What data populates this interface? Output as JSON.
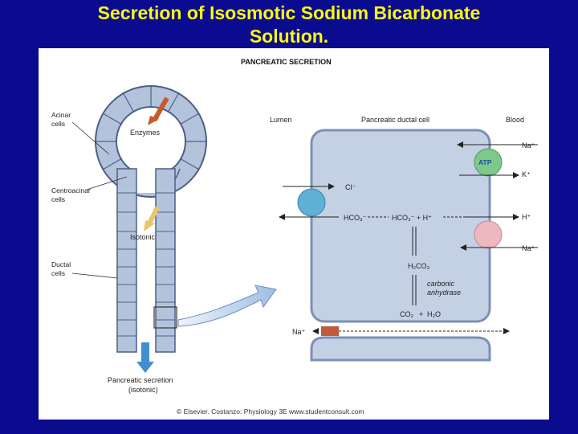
{
  "slide": {
    "title_line1": "Secretion of Isosmotic Sodium Bicarbonate",
    "title_line2": "Solution."
  },
  "figure": {
    "heading": "PANCREATIC SECRETION",
    "gland_labels": {
      "acinar": "Acinar cells",
      "acinar_l1": "Acinar",
      "acinar_l2": "cells",
      "enzymes": "Enzymes",
      "centroacinar_l1": "Centroacinar",
      "centroacinar_l2": "cells",
      "isotonic_inner": "Isotonic",
      "ductal_l1": "Ductal",
      "ductal_l2": "cells",
      "output_l1": "Pancreatic secretion",
      "output_l2": "(isotonic)"
    },
    "cell_labels": {
      "lumen": "Lumen",
      "ductal_cell": "Pancreatic ductal cell",
      "blood": "Blood",
      "na_plus_top": "Na⁺",
      "atp": "ATP",
      "k_plus": "K⁺",
      "cl_minus": "Cl⁻",
      "hco3_lumen": "HCO₃⁻",
      "hco3_h_inner": "HCO₃⁻ + H⁺",
      "h_plus_blood": "H⁺",
      "na_plus_exchange": "Na⁺",
      "h2co3": "H₂CO₃",
      "enzyme_l1": "carbonic",
      "enzyme_l2": "anhydrase",
      "co2": "CO₂",
      "plus": "+",
      "h2o": "H₂O",
      "na_paracellular": "Na⁺"
    },
    "credit": "© Elsevier. Costanzo: Physiology 3E www.studentconsult.com",
    "colors": {
      "slide_background": "#0b0b8f",
      "title": "#ffff00",
      "duct_fill": "#b4c3dc",
      "duct_stroke": "#4d5f86",
      "cell_fill": "#c4d0e4",
      "atp_pump": "#7ec88a",
      "cl_channel": "#5fb0d4",
      "exchanger": "#efb7be",
      "enzyme_arrow": "#c85a2a",
      "isotonic_arrow": "#e8c76b",
      "output_arrow": "#3f8fd0",
      "tight_junction": "#c05a3a"
    }
  }
}
